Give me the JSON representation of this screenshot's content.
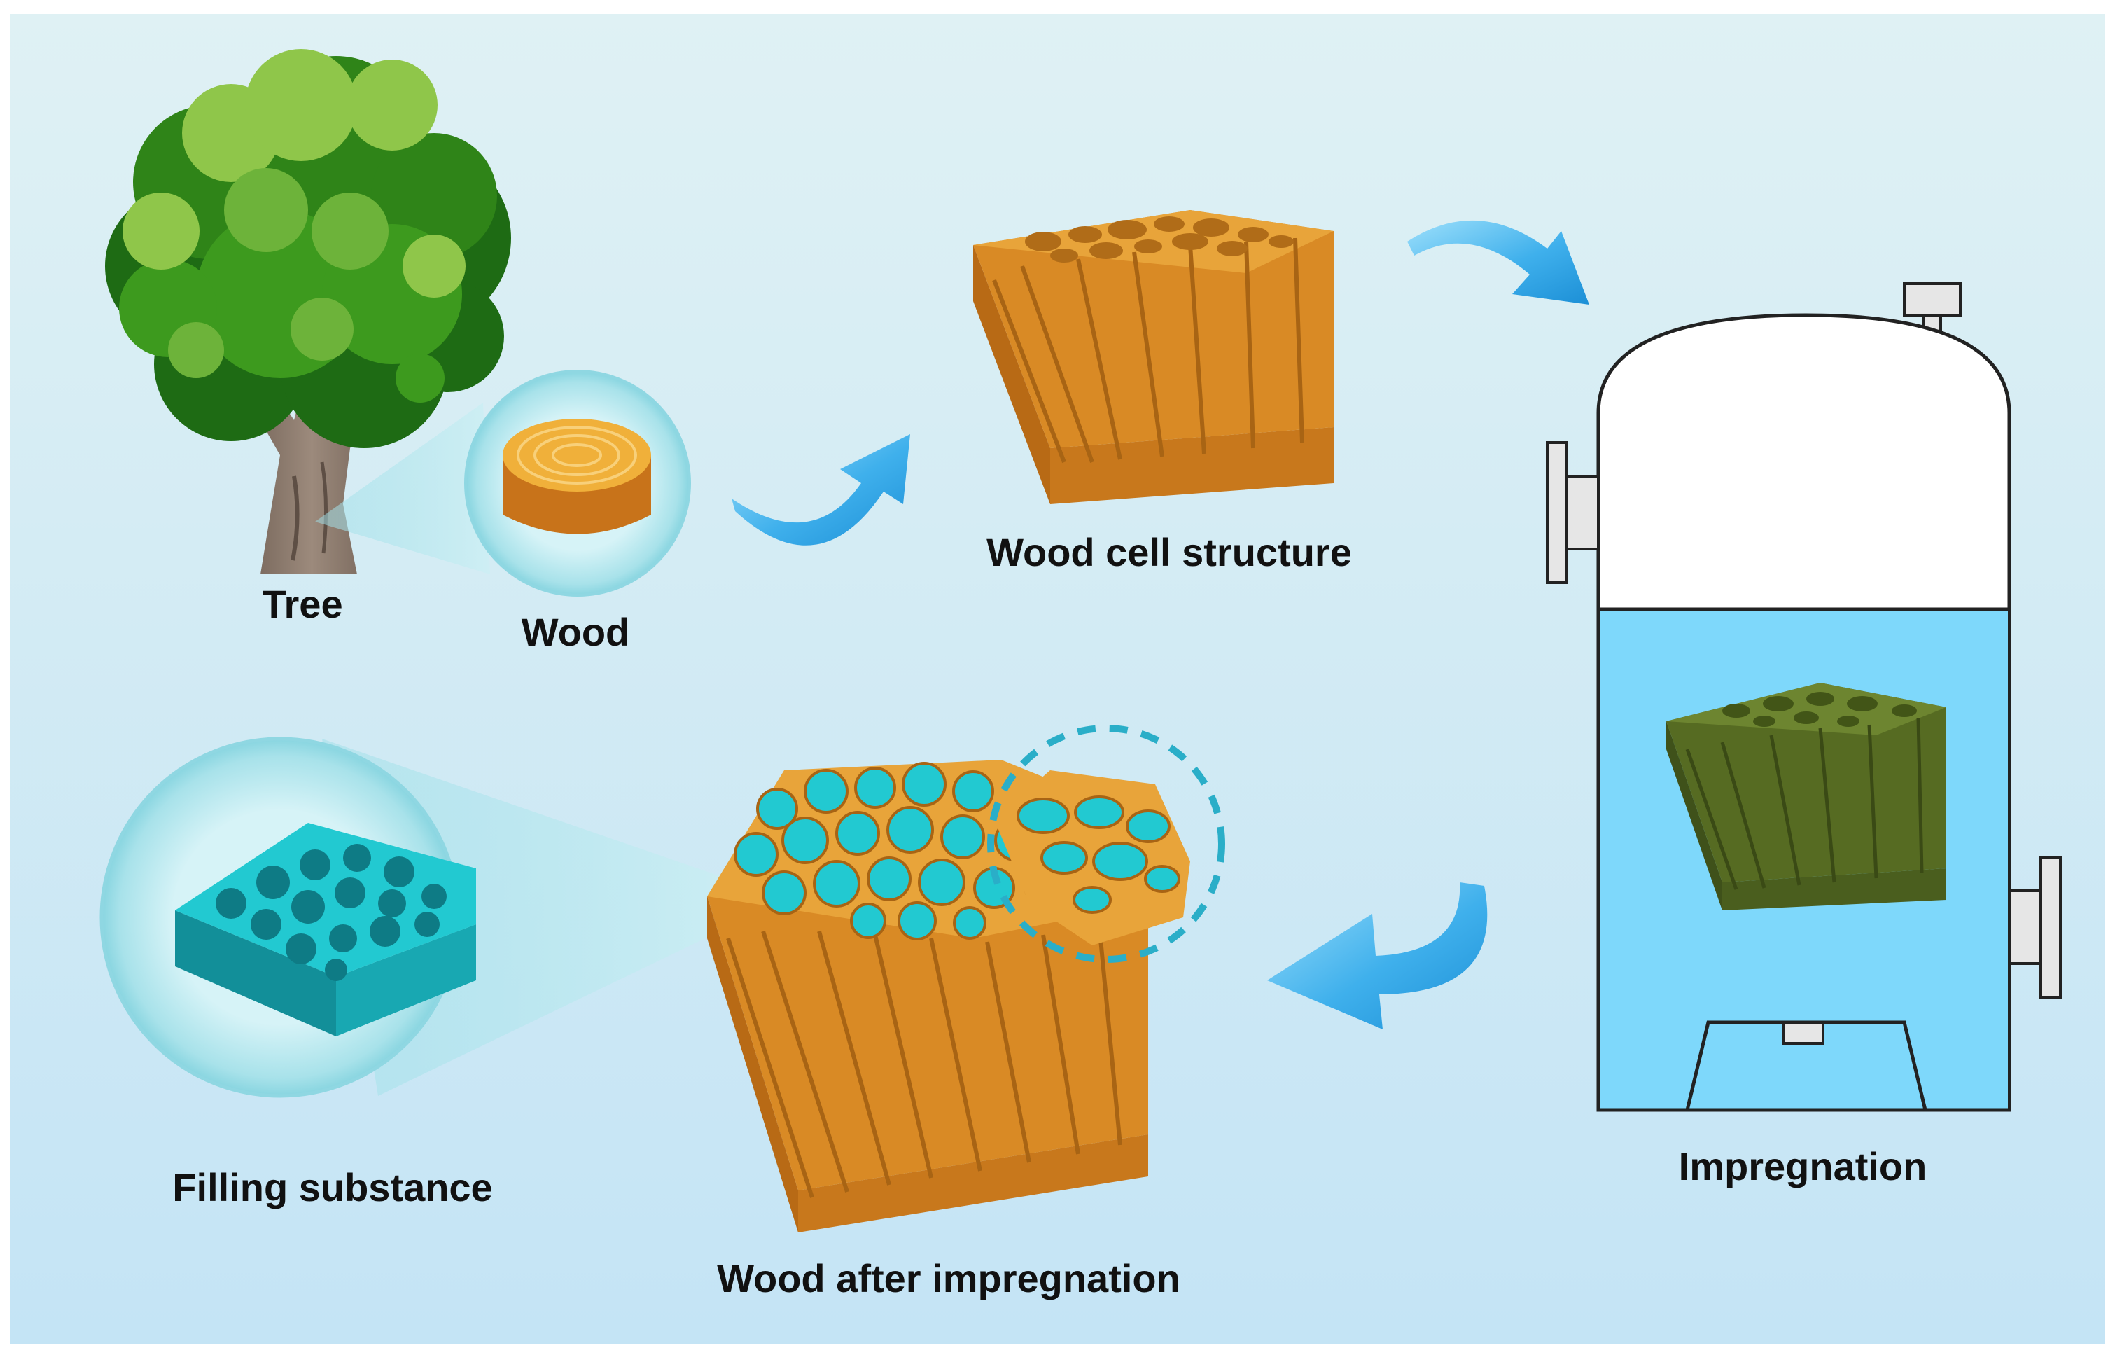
{
  "labels": {
    "tree": "Tree",
    "wood": "Wood",
    "wood_cell_structure": "Wood cell structure",
    "impregnation": "Impregnation",
    "filling_substance": "Filling substance",
    "wood_after_impregnation": "Wood after impregnation"
  },
  "colors": {
    "background_top": "#dff1f4",
    "background_bottom": "#c4e4f5",
    "leaf_dark": "#1e6b14",
    "leaf_mid": "#3d9a1e",
    "leaf_light": "#8fc64a",
    "trunk": "#8d7b6e",
    "wood_face": "#f0b03a",
    "wood_side": "#c8731a",
    "cell_wood": "#e0962c",
    "cell_wood_dark": "#a86414",
    "filling": "#22c9d1",
    "filling_dark": "#128f99",
    "tank_liquid": "#7ed8fb",
    "impregnated_wood": "#566b22",
    "arrow_light": "#7ad0f7",
    "arrow_dark": "#1c8fd6",
    "dashed_circle": "#2aaec8"
  }
}
